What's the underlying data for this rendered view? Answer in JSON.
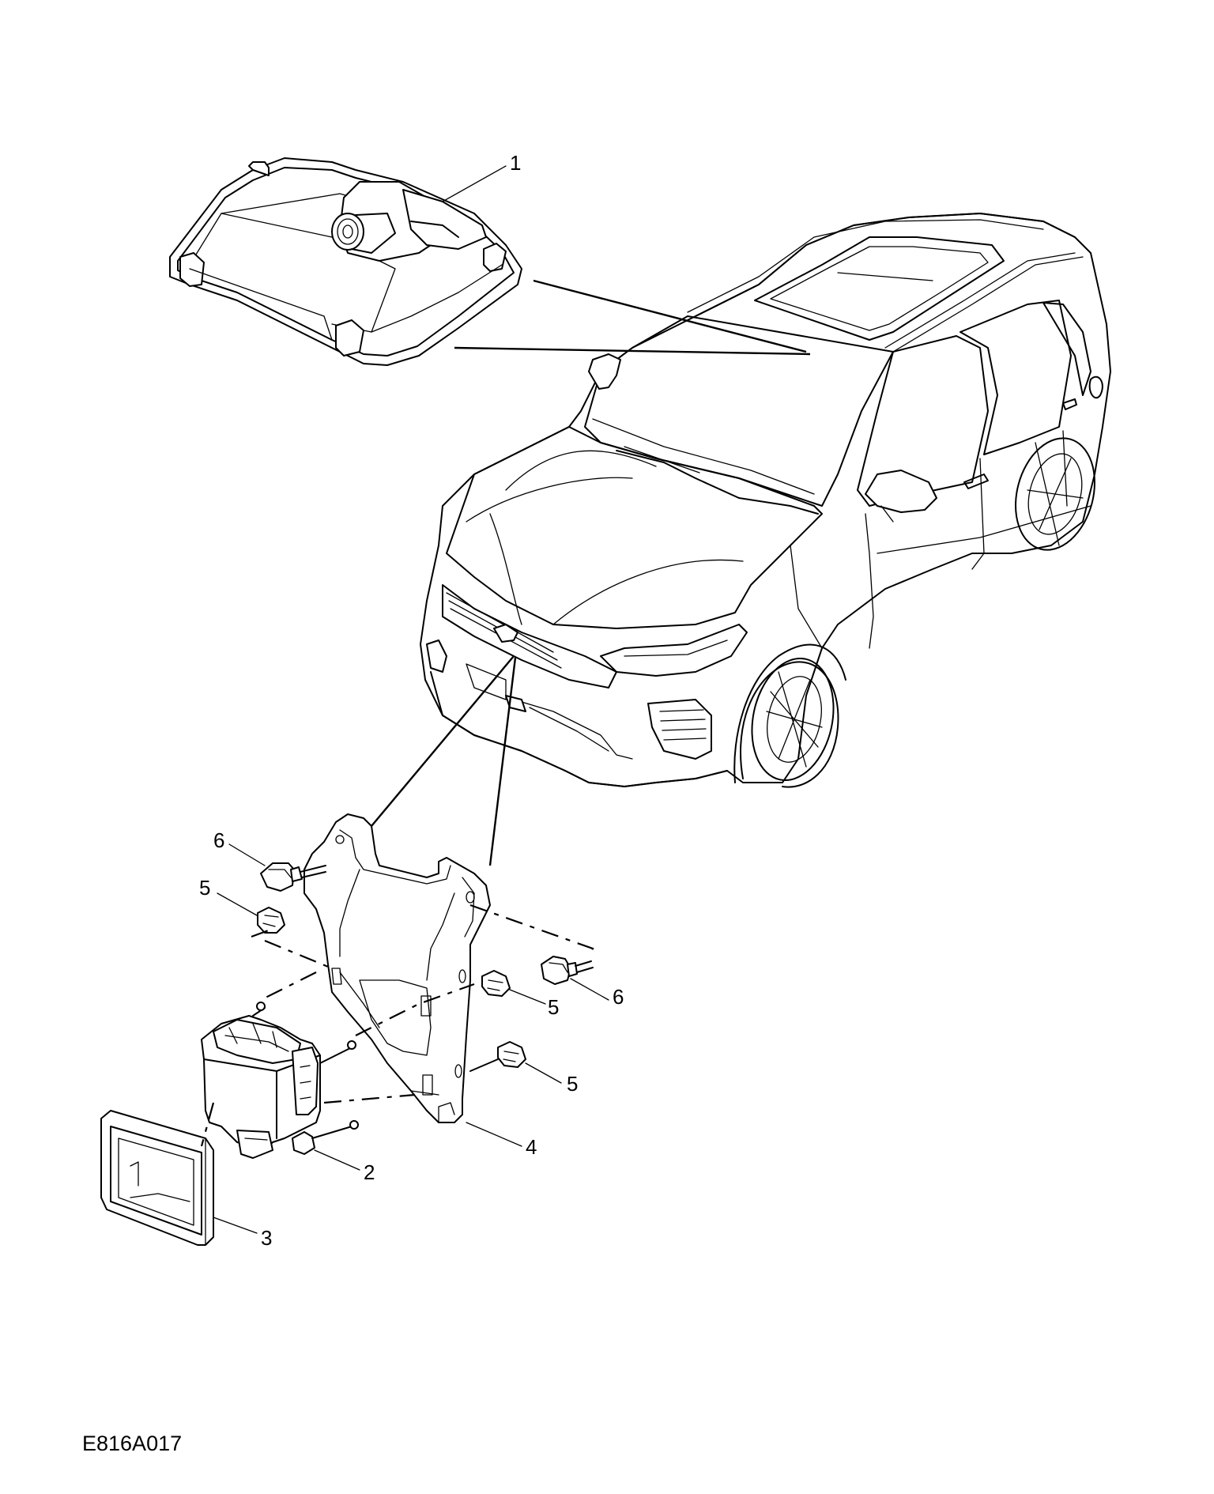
{
  "diagram": {
    "reference_code": "E816A017",
    "callouts": [
      {
        "id": "c1",
        "label": "1"
      },
      {
        "id": "c2",
        "label": "2"
      },
      {
        "id": "c3",
        "label": "3"
      },
      {
        "id": "c4",
        "label": "4"
      },
      {
        "id": "c5a",
        "label": "5"
      },
      {
        "id": "c5b",
        "label": "5"
      },
      {
        "id": "c5c",
        "label": "5"
      },
      {
        "id": "c6a",
        "label": "6"
      },
      {
        "id": "c6b",
        "label": "6"
      }
    ]
  }
}
